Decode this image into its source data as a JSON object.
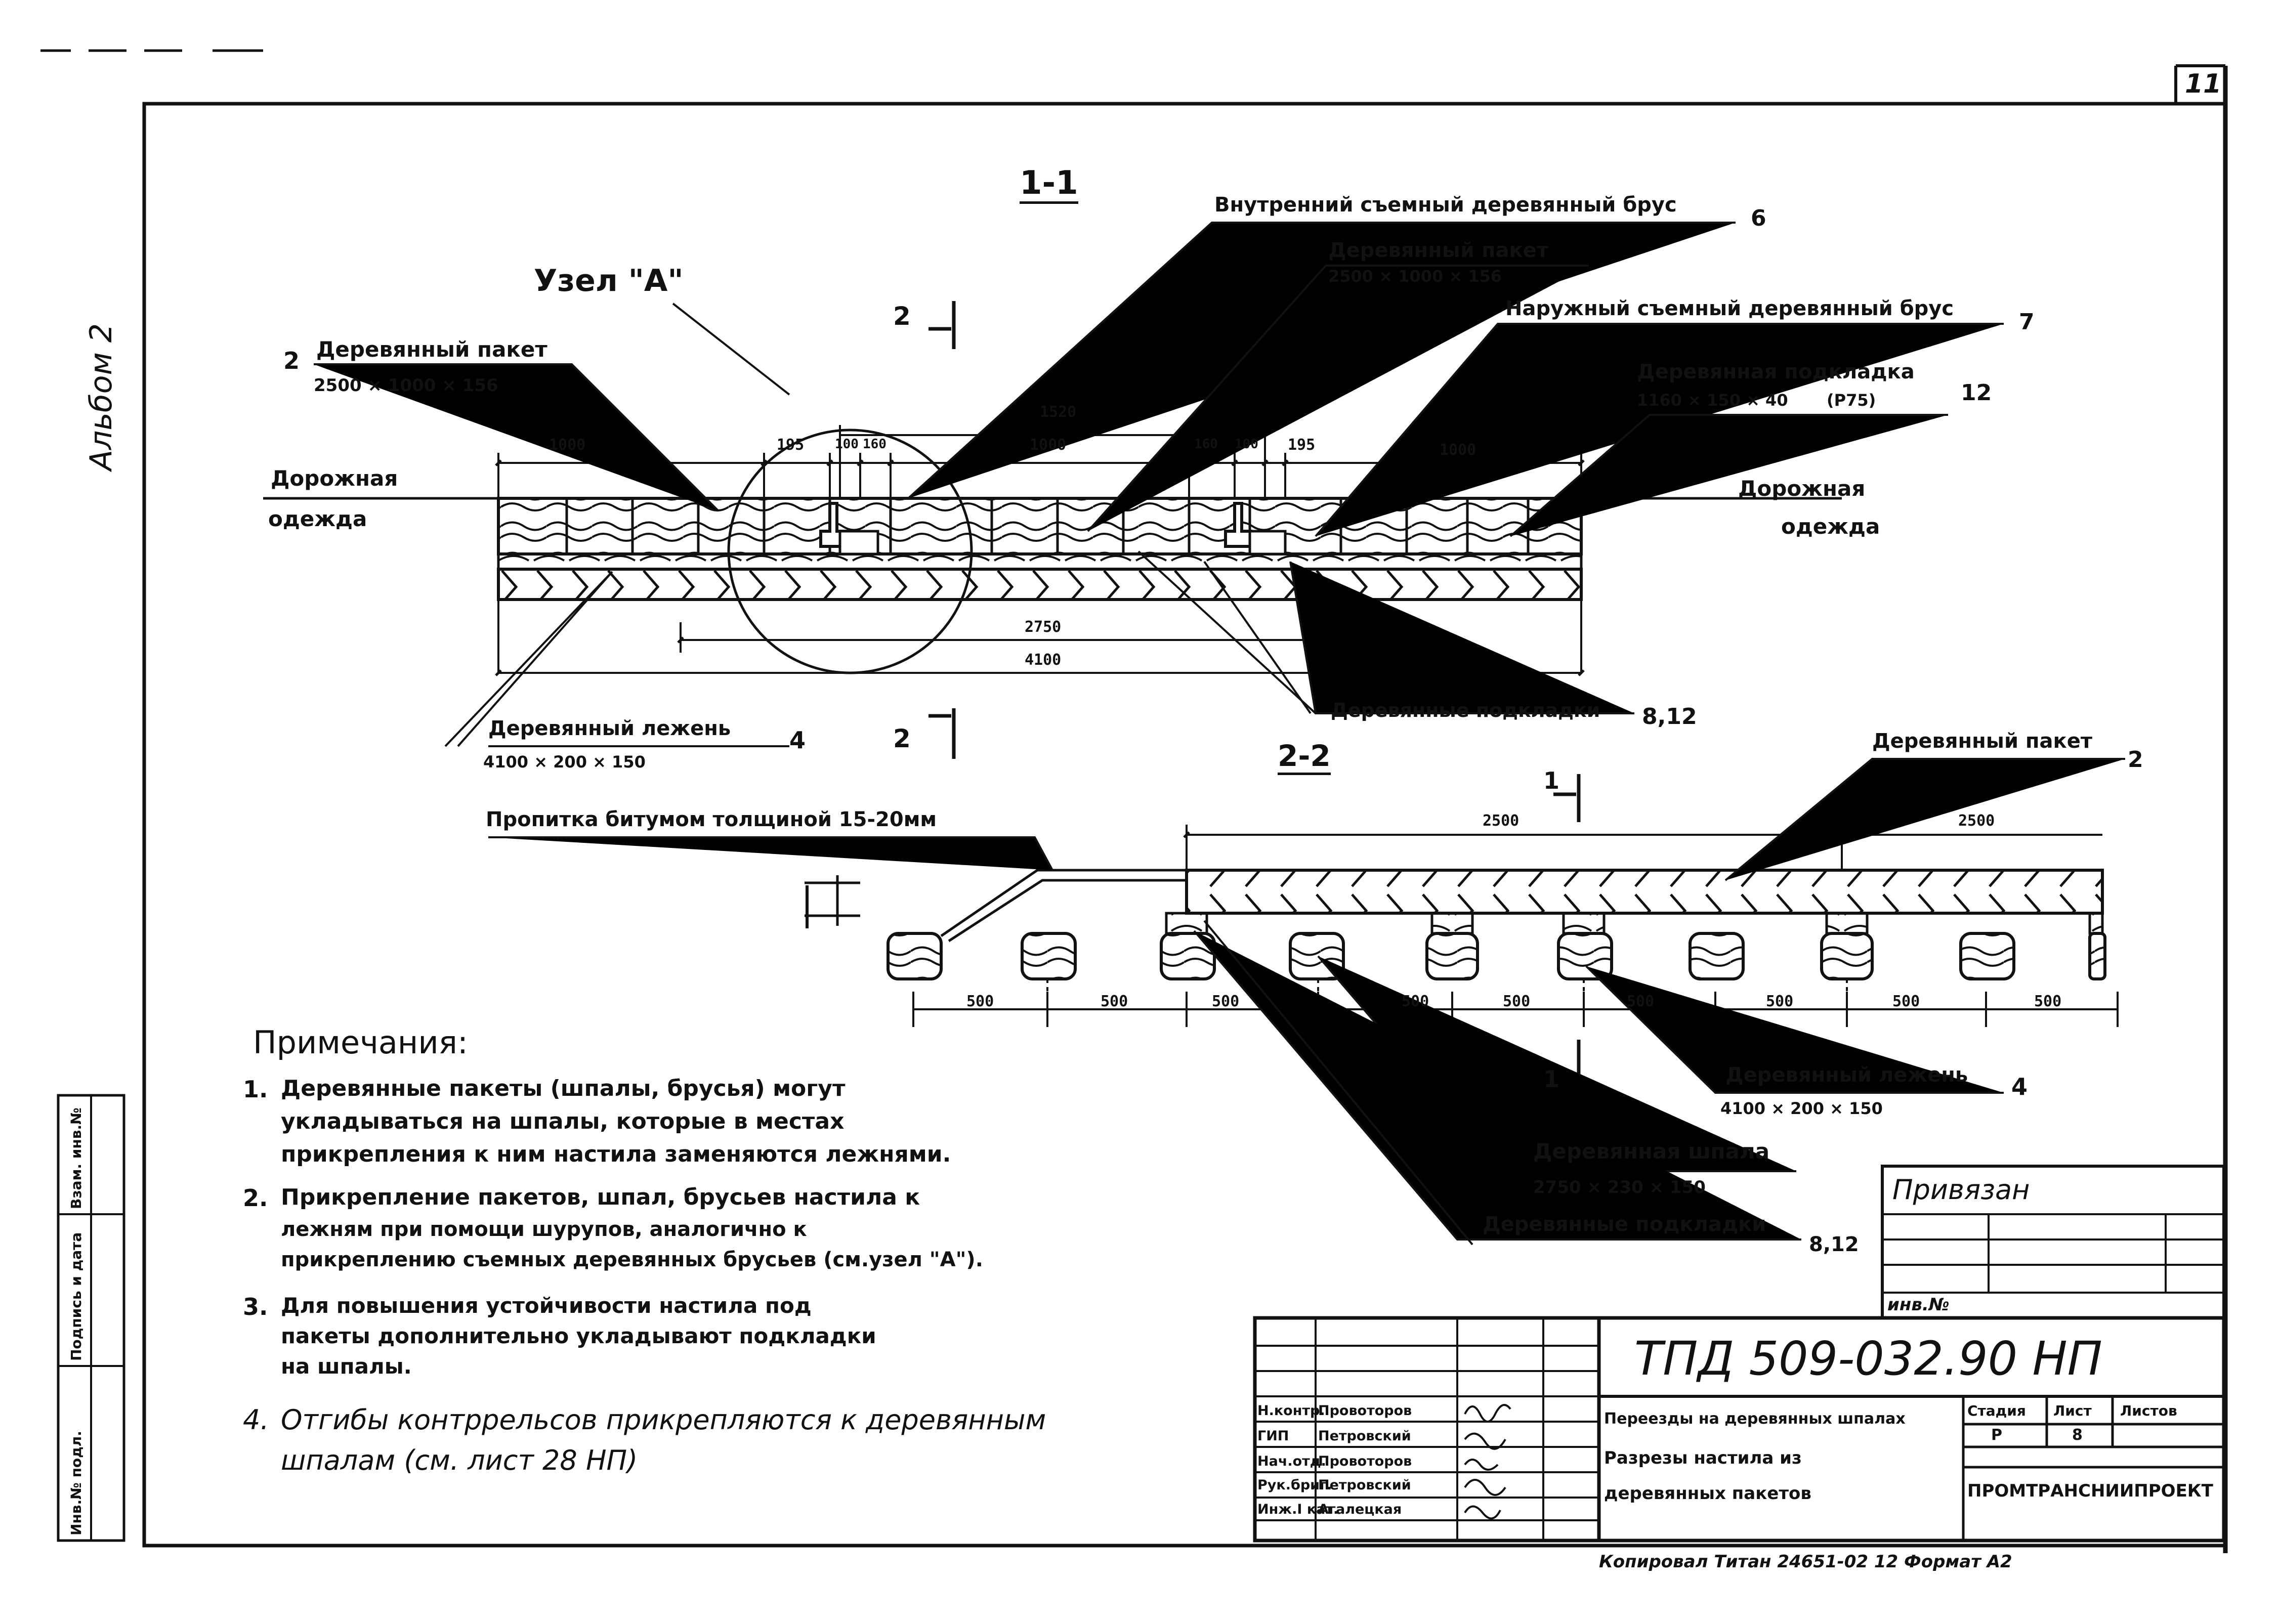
{
  "sheet": {
    "page_number": "11",
    "album": "Альбом 2",
    "stamp_number": "ТПД 509-032.90 НП",
    "copy_line": "Копировал  Титан  24651-02   12   Формат А2"
  },
  "section_1": {
    "title": "1-1",
    "node_label": "Узел \"А\"",
    "cut_mark": "2",
    "labels": {
      "inner_bar": "Внутренний съемный деревянный брус",
      "inner_bar_ref": "6",
      "package_top": "Деревянный пакет",
      "package_top_dims": "2500 × 1000 × 156",
      "outer_bar": "Наружный съемный деревянный брус",
      "outer_bar_ref": "7",
      "pad": "Деревянная подкладка",
      "pad_dims": "1160 × 150 × 40",
      "pad_note": "(Р75)",
      "pad_ref": "12",
      "package_left_ref": "2",
      "package_left": "Деревянный пакет",
      "package_left_dims": "2500 × 1000 × 156",
      "road_left_1": "Дорожная",
      "road_left_2": "одежда",
      "road_right_1": "Дорожная",
      "road_right_2": "одежда",
      "beam": "Деревянный лежень",
      "beam_ref": "4",
      "beam_dims": "4100 × 200 × 150",
      "pads": "Деревянные подкладки",
      "pads_ref": "8,12"
    },
    "dims": {
      "top_overall": "1520",
      "d1000_left": "1000",
      "d195_left": "195",
      "d100_left": "100",
      "d160_left": "160",
      "d1000_mid": "1000",
      "d160_right": "160",
      "d100_right": "100",
      "d195_right": "195",
      "d1000_right": "1000",
      "d2750": "2750",
      "d4100": "4100"
    }
  },
  "section_2": {
    "title": "2-2",
    "cut_mark": "1",
    "labels": {
      "bitumen": "Пропитка битумом толщиной 15-20мм",
      "package": "Деревянный пакет",
      "package_ref": "2",
      "beam": "Деревянный лежень",
      "beam_ref": "4",
      "beam_dims": "4100 × 200 × 150",
      "sleeper": "Деревянная шпала",
      "sleeper_dims": "2750 × 230 × 150",
      "pads": "Деревянные подкладки",
      "pads_ref": "8,12"
    },
    "dims": {
      "top_left": "2500",
      "top_right": "2500",
      "spacings": [
        "500",
        "500",
        "500",
        "500",
        "500",
        "500",
        "500",
        "500",
        "500"
      ]
    }
  },
  "notes": {
    "title": "Примечания:",
    "items": [
      {
        "num": "1.",
        "lines": [
          "Деревянные пакеты (шпалы, брусья) могут",
          "укладываться на шпалы, которые в местах",
          "прикрепления к ним настила заменяются лежнями."
        ]
      },
      {
        "num": "2.",
        "lines": [
          "Прикрепление пакетов, шпал, брусьев настила к",
          "лежням при помощи шурупов, аналогично к",
          "прикреплению съемных деревянных брусьев (см.узел \"А\")."
        ]
      },
      {
        "num": "3.",
        "lines": [
          "Для повышения устойчивости настила под",
          "пакеты дополнительно укладывают подкладки",
          "на шпалы."
        ]
      },
      {
        "num": "4.",
        "lines": [
          "Отгибы контррельсов прикрепляются к деревянным",
          "шпалам (см. лист 28 НП)"
        ]
      }
    ]
  },
  "title_block": {
    "privyazan": "Привязан",
    "inv_no": "инв.№",
    "roles": [
      "Н.контр.",
      "ГИП",
      "Нач.отд.",
      "Рук.бриг.",
      "Инж.I кат."
    ],
    "names": [
      "Провоторов",
      "Петровский",
      "Провоторов",
      "Петровский",
      "Агалецкая"
    ],
    "description": [
      "Переезды на деревянных шпалах",
      "Разрезы настила из",
      "деревянных пакетов"
    ],
    "stage_header": "Стадия",
    "sheet_header": "Лист",
    "sheets_header": "Листов",
    "stage_value": "Р",
    "sheet_value": "8",
    "organization": "ПРОМТРАНСНИИПРОЕКТ"
  },
  "side_stamp": [
    "Инв.№ подл.",
    "Подпись и дата",
    "Взам. инв.№"
  ]
}
